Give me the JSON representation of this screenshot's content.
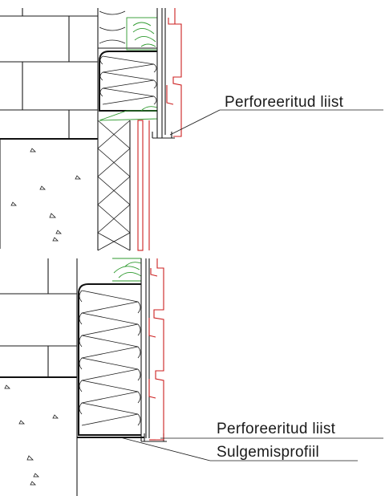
{
  "labels": {
    "top_callout": "Perforeeritud liist",
    "bottom_callout_1": "Perforeeritud liist",
    "bottom_callout_2": "Sulgemisprofiil"
  },
  "colors": {
    "line": "#1a1a1a",
    "timber": "#2e9a2e",
    "cladding": "#cc1f1f",
    "background": "#ffffff"
  }
}
